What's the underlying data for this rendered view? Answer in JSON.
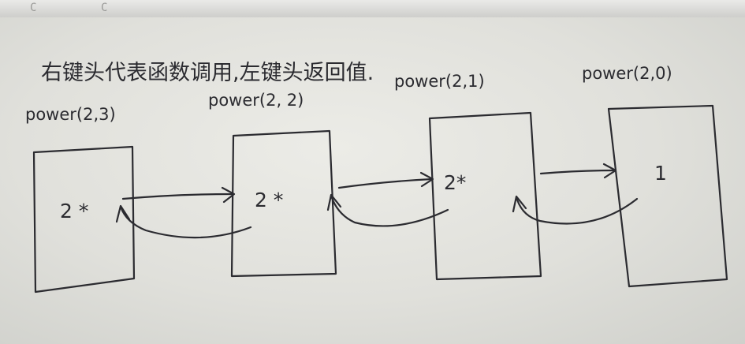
{
  "photo": {
    "subject": "hand-drawn recursion diagram on paper",
    "ink_color": "#2b2b30",
    "paper_color": "#e2e2dd"
  },
  "top_strip": {
    "left_text": "C",
    "mid_text": "C"
  },
  "note": {
    "text": "右键头代表函数调用,左键头返回值."
  },
  "frames": [
    {
      "label": "power(2,3)",
      "content": "2 *"
    },
    {
      "label": "power(2, 2)",
      "content": "2 *"
    },
    {
      "label": "power(2,1)",
      "content": "2*"
    },
    {
      "label": "power(2,0)",
      "content": "1"
    }
  ]
}
